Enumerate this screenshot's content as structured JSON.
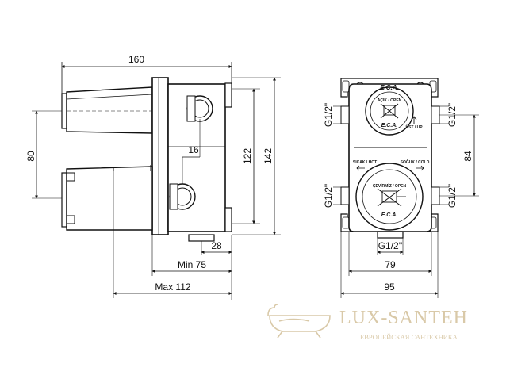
{
  "side_view": {
    "dims": {
      "overall_width": "160",
      "height_80": "80",
      "width_16": "16",
      "height_122": "122",
      "height_142": "142",
      "width_28": "28",
      "min": "Min 75",
      "max": "Max 112"
    }
  },
  "front_view": {
    "brand": "E.C.A.",
    "thread_label": "G1/2\"",
    "thread_bottom": "G1/2''",
    "upper_dial": {
      "open_label": "AÇIK / OPEN",
      "direction_label": "ÜST / UP"
    },
    "lower_dial": {
      "hot_label": "SICAK / HOT",
      "cold_label": "SOĞUK / COLD",
      "open_label": "ÇEVİRMİZ / OPEN"
    },
    "dims": {
      "height_84": "84",
      "width_79": "79",
      "width_95": "95"
    }
  },
  "watermark": {
    "title": "LUX-SANTEH",
    "subtitle": "ЕВРОПЕЙСКАЯ САНТЕХНИКА",
    "accent_color": "#d9c9a8"
  }
}
